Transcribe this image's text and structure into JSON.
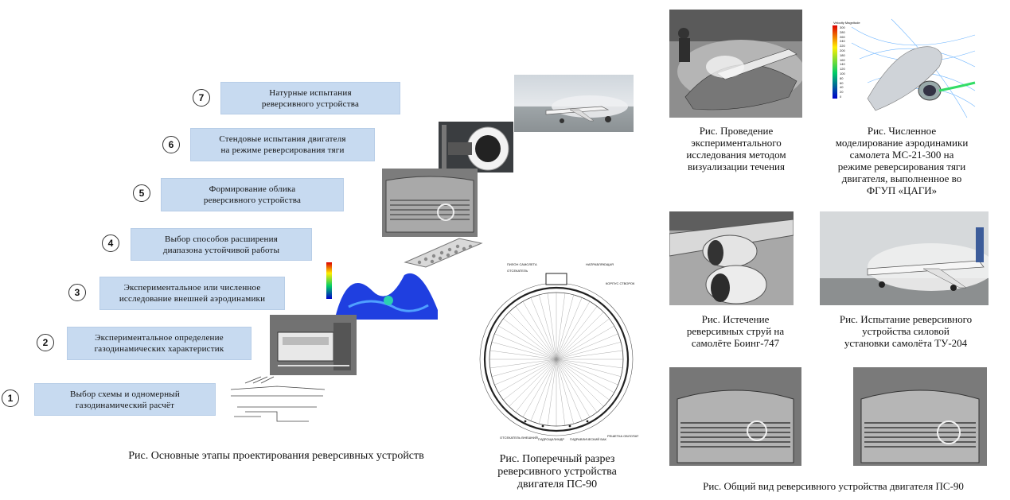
{
  "stages": [
    {
      "num": "7",
      "text": "Натурные испытания\nреверсивного устройства"
    },
    {
      "num": "6",
      "text": "Стендовые испытания двигателя\nна режиме реверсирования тяги"
    },
    {
      "num": "5",
      "text": "Формирование облика\nреверсивного устройства"
    },
    {
      "num": "4",
      "text": "Выбор способов расширения\nдиапазона устойчивой работы"
    },
    {
      "num": "3",
      "text": "Экспериментальное или численное\nисследование внешней аэродинамики"
    },
    {
      "num": "2",
      "text": "Экспериментальное определение\nгазодинамических характеристик"
    },
    {
      "num": "1",
      "text": "Выбор схемы и одномерный\nгазодинамический расчёт"
    }
  ],
  "captions": {
    "main": "Рис. Основные этапы проектирования реверсивных устройств",
    "section": "Рис. Поперечный разрез\nреверсивного устройства\nдвигателя ПС-90",
    "flow_vis": "Рис. Проведение\nэкспериментального\nисследования методом\nвизуализации течения",
    "cfd": "Рис. Численное\nмоделирование аэродинамики\nсамолета МС-21-300 на\nрежиме реверсирования тяги\nдвигателя, выполненное во\nФГУП «ЦАГИ»",
    "boeing": "Рис. Истечение\nреверсивных струй на\nсамолёте  Боинг-747",
    "tu204": "Рис. Испытание реверсивного\nустройства силовой\nустановки самолёта ТУ-204",
    "ps90": "Рис. Общий вид реверсивного устройства двигателя ПС-90"
  },
  "cfd_legend": {
    "title": "Velocity Magnitude",
    "ticks": [
      "300",
      "280",
      "260",
      "240",
      "220",
      "200",
      "180",
      "160",
      "140",
      "120",
      "100",
      "80",
      "60",
      "40",
      "20",
      "0"
    ]
  },
  "drawing_labels": {
    "top_left_1": "ПИЛОН САМОЛЕТА",
    "top_left_2": "ОТСЕКАТЕЛЬ",
    "top_right_1": "НАПРАВЛЯЮЩАЯ",
    "top_right_2": "КОРПУС СТВОРОК",
    "bottom_1": "ОТСЕКАТЕЛЬ ВНЕШНИЙ",
    "bottom_2": "ГИДРОЦИЛИНДР",
    "bottom_3": "ГИДРАВЛИЧЕСКИЙ БАК",
    "bottom_4": "РЕШЕТКА ОБЛОПАТ"
  },
  "colors": {
    "stage_fill": "#c7daf0",
    "stage_border": "#b7cde7"
  }
}
